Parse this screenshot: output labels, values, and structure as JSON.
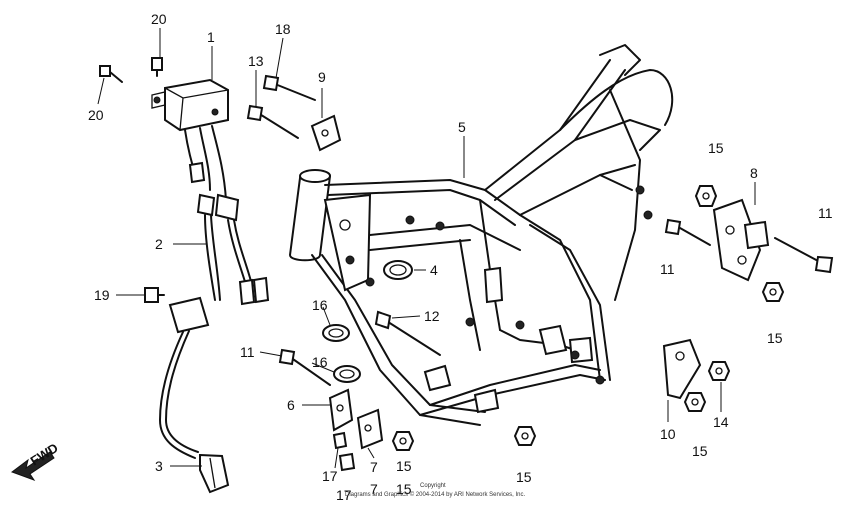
{
  "callouts": {
    "c1": "1",
    "c2": "2",
    "c3": "3",
    "c4": "4",
    "c5": "5",
    "c6": "6",
    "c7a": "7",
    "c7b": "7",
    "c8": "8",
    "c9": "9",
    "c10": "10",
    "c11a": "11",
    "c11b": "11",
    "c11c": "11",
    "c12": "12",
    "c13": "13",
    "c14": "14",
    "c15a": "15",
    "c15b": "15",
    "c15c": "15",
    "c15d": "15",
    "c15e": "15",
    "c15f": "15",
    "c16a": "16",
    "c16b": "16",
    "c17a": "17",
    "c17b": "17",
    "c18": "18",
    "c19": "19",
    "c20a": "20",
    "c20b": "20"
  },
  "fwd_label": "FWD",
  "copyright_line1": "Copyright",
  "copyright_line2": "Diagrams and Graphics © 2004-2014 by ARI Network Services, Inc."
}
